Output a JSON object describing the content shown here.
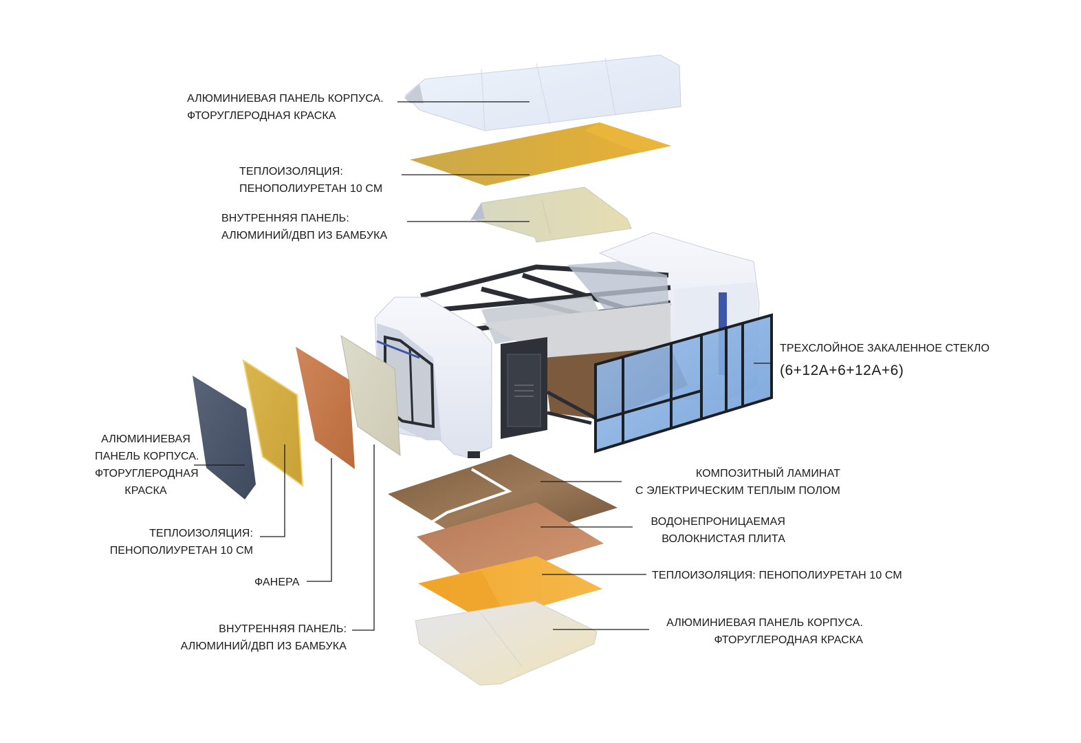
{
  "labels": {
    "roof_outer": {
      "line1": "АЛЮМИНИЕВАЯ ПАНЕЛЬ КОРПУСА.",
      "line2": "ФТОРУГЛЕРОДНАЯ КРАСКА"
    },
    "roof_insulation": {
      "line1": "ТЕПЛОИЗОЛЯЦИЯ:",
      "line2": "ПЕНОПОЛИУРЕТАН 10 СМ"
    },
    "roof_inner": {
      "line1": "ВНУТРЕННЯЯ ПАНЕЛЬ:",
      "line2": "АЛЮМИНИЙ/ДВП ИЗ БАМБУКА"
    },
    "glass": {
      "line1": "ТРЕХСЛОЙНОЕ ЗАКАЛЕННОЕ СТЕКЛО",
      "line2": "(6+12A+6+12A+6)"
    },
    "wall_outer": {
      "line1": "АЛЮМИНИЕВАЯ",
      "line2": "ПАНЕЛЬ КОРПУСА.",
      "line3": "ФТОРУГЛЕРОДНАЯ",
      "line4": "КРАСКА"
    },
    "wall_insulation": {
      "line1": "ТЕПЛОИЗОЛЯЦИЯ:",
      "line2": "ПЕНОПОЛИУРЕТАН 10 СМ"
    },
    "wall_plywood": {
      "line1": "ФАНЕРА"
    },
    "wall_inner": {
      "line1": "ВНУТРЕННЯЯ ПАНЕЛЬ:",
      "line2": "АЛЮМИНИЙ/ДВП ИЗ БАМБУКА"
    },
    "floor_laminate": {
      "line1": "КОМПОЗИТНЫЙ ЛАМИНАТ",
      "line2": "С ЭЛЕКТРИЧЕСКИМ ТЕПЛЫМ ПОЛОМ"
    },
    "floor_board": {
      "line1": "ВОДОНЕПРОНИЦАЕМАЯ",
      "line2": "ВОЛОКНИСТАЯ ПЛИТА"
    },
    "floor_insulation": {
      "line1": "ТЕПЛОИЗОЛЯЦИЯ: ПЕНОПОЛИУРЕТАН 10 СМ"
    },
    "floor_outer": {
      "line1": "АЛЮМИНИЕВАЯ ПАНЕЛЬ КОРПУСА.",
      "line2": "ФТОРУГЛЕРОДНАЯ КРАСКА"
    }
  },
  "colors": {
    "leader": "#1a1a1a",
    "shell_white": "#f3f5fa",
    "shell_shade": "#d8dde9",
    "insulation_yellow": "#e2ad3a",
    "insulation_orange": "#f0a52a",
    "plywood": "#c77b4a",
    "inner_panel": "#d9d6c4",
    "wall_outer_grey": "#4f5a6e",
    "glass_blue": "#7fa9dc",
    "frame_dark": "#2a2d33",
    "floor_wood": "#8a6a4c"
  },
  "icons": {
    "module": "capsule-house-module",
    "glass_panel": "glazed-wall-panel"
  }
}
